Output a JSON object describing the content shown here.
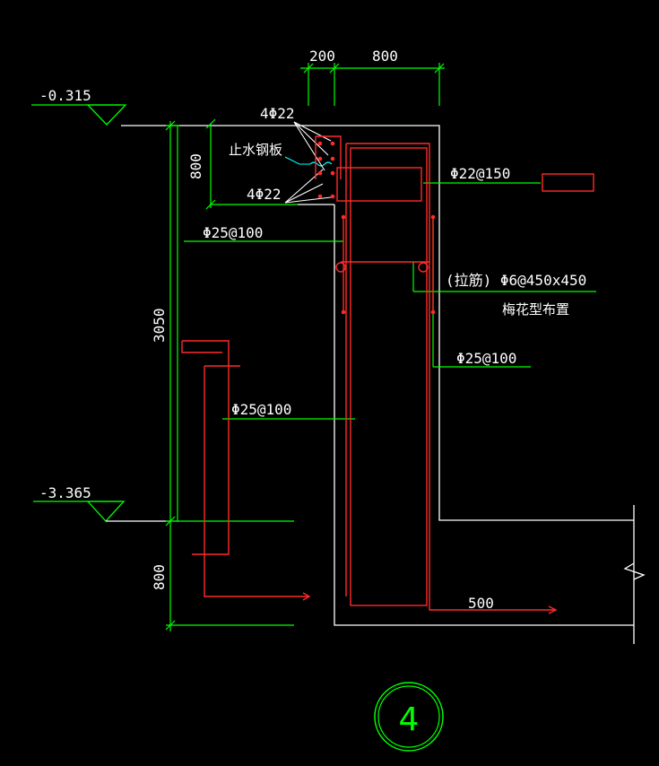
{
  "drawing": {
    "elevations": {
      "top": "-0.315",
      "bottom": "-3.365"
    },
    "dimensions": {
      "top_left": "200",
      "top_right": "800",
      "vertical_upper": "800",
      "vertical_total": "3050",
      "vertical_lower": "800",
      "bottom_extension": "500"
    },
    "annotations": {
      "rebar_top": "4Φ22",
      "waterstop": "止水钢板",
      "rebar_mid": "4Φ22",
      "stirrup": "Φ22@150",
      "wall_outer": "Φ25@100",
      "tie_bar": "(拉筋) Φ6@450x450",
      "tie_pattern": "梅花型布置",
      "wall_inner": "Φ25@100",
      "wall_lower": "Φ25@100"
    },
    "detail_number": "4",
    "colors": {
      "background": "#000000",
      "outline": "#ffffff",
      "rebar": "#ff2a2a",
      "dimension": "#00ff00",
      "leader": "#00ffff"
    }
  }
}
